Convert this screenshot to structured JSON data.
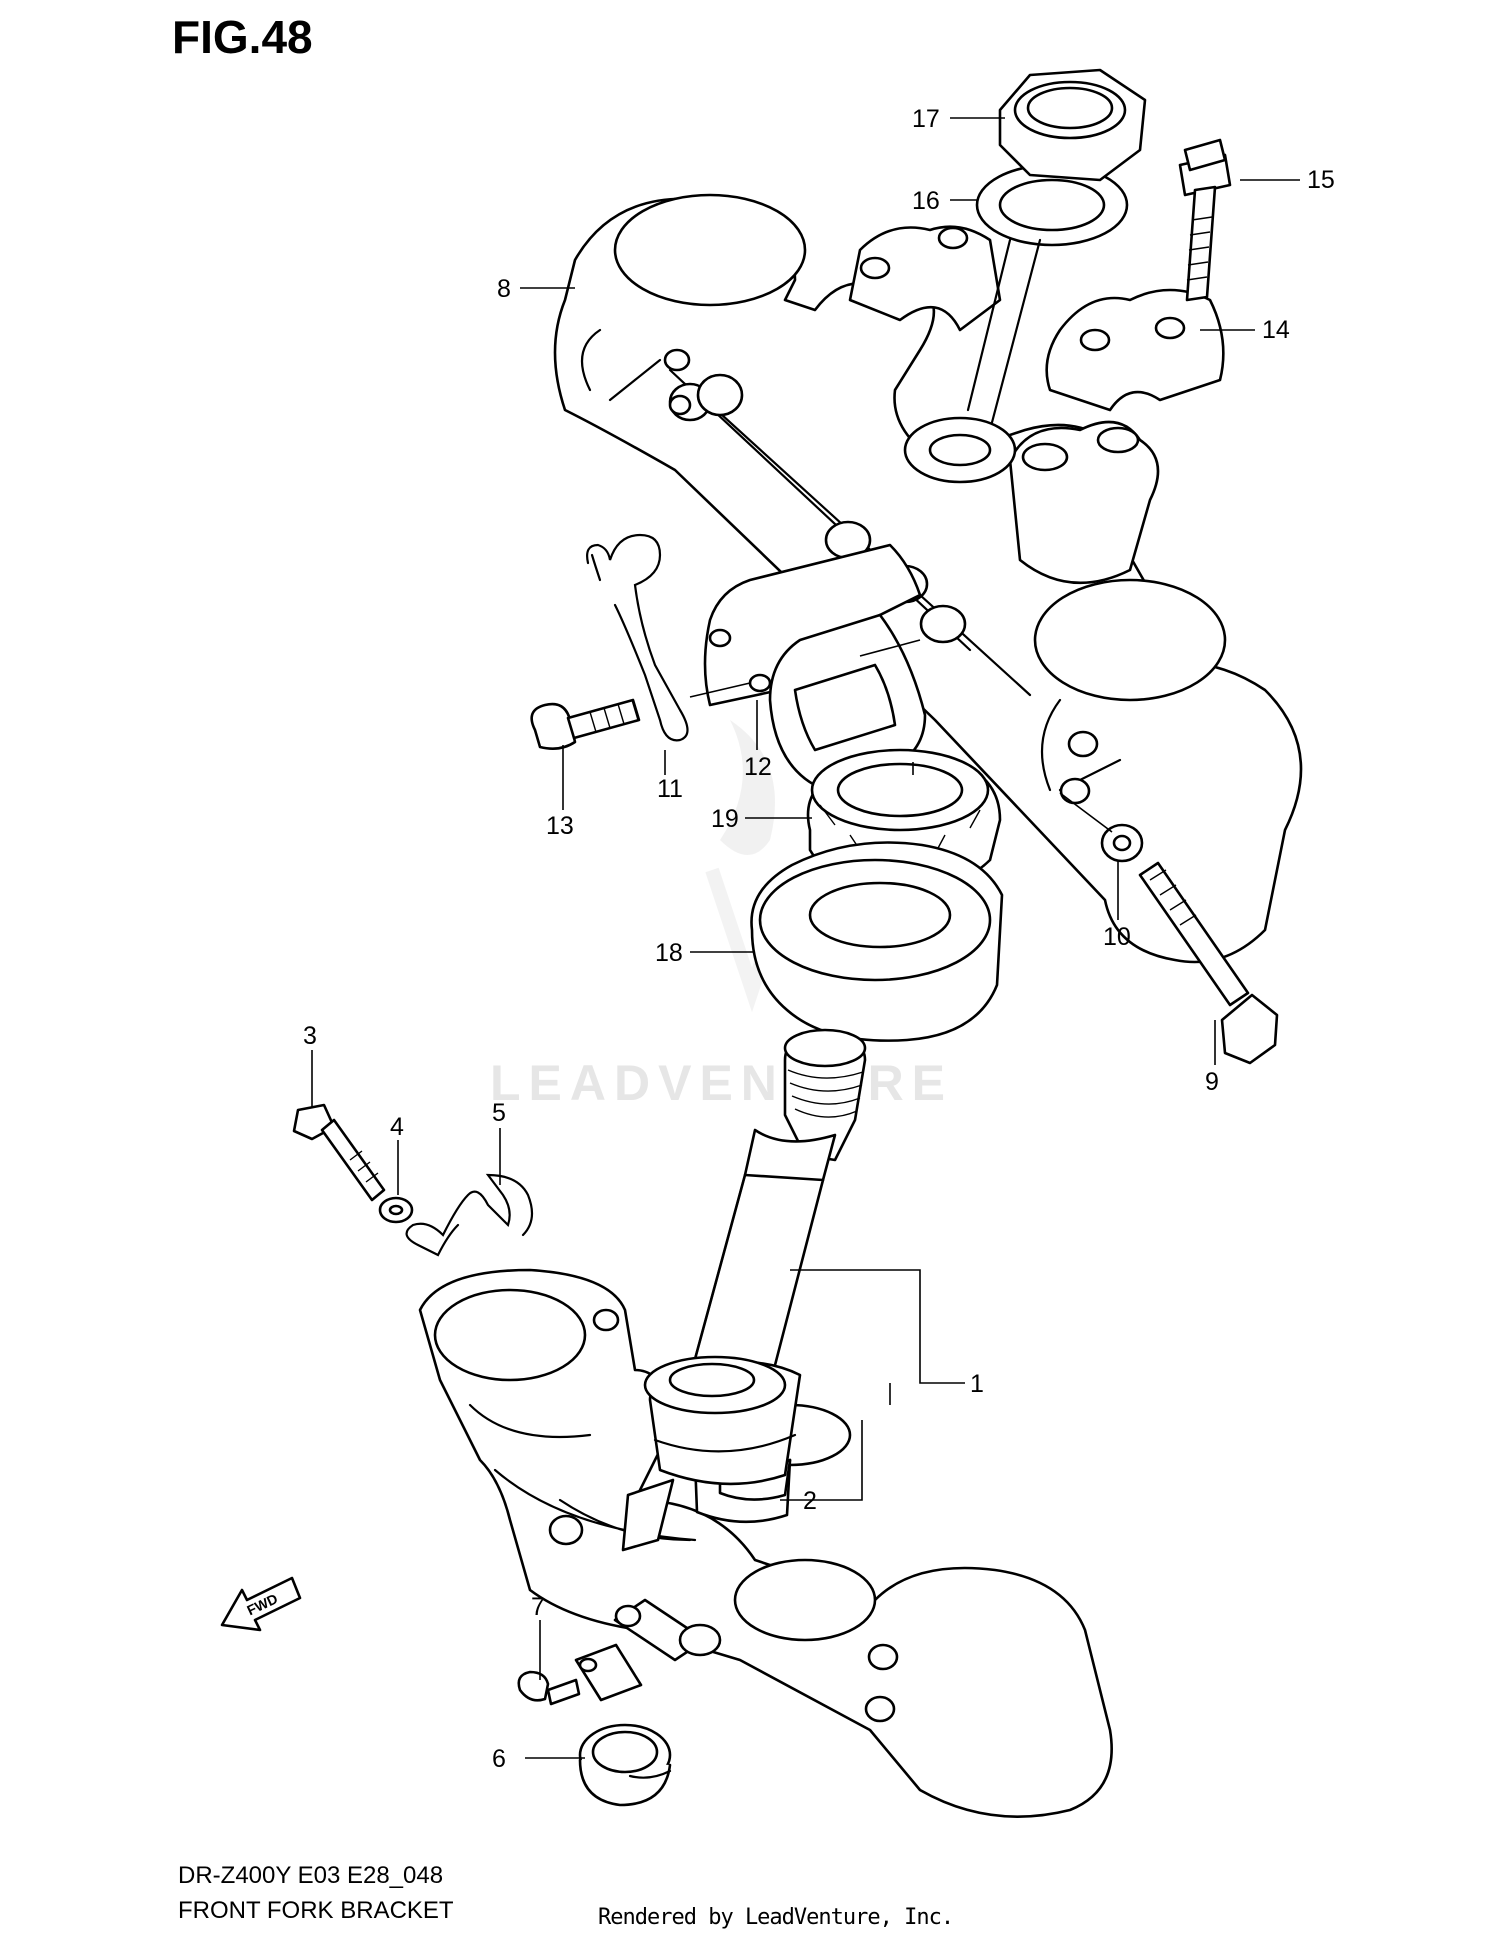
{
  "figure": {
    "title": "FIG.48",
    "model_code": "DR-Z400Y E03 E28_048",
    "description": "FRONT FORK BRACKET",
    "credit": "Rendered by LeadVenture, Inc.",
    "watermark": "LEADVENTURE",
    "fwd_label": "FWD"
  },
  "callouts": [
    "1",
    "2",
    "3",
    "4",
    "5",
    "6",
    "7",
    "8",
    "9",
    "10",
    "11",
    "12",
    "13",
    "14",
    "15",
    "16",
    "17",
    "18",
    "19"
  ]
}
